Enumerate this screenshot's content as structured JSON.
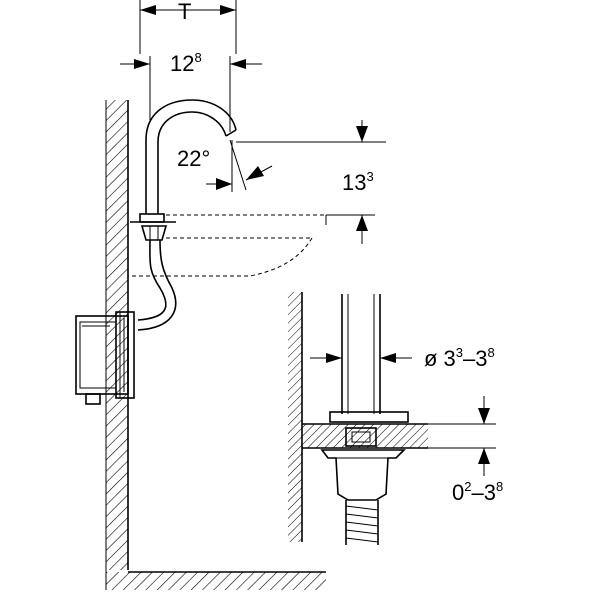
{
  "labels": {
    "dim_T": "T",
    "dim_width_base": "12",
    "dim_width_sup": "8",
    "dim_angle": "22°",
    "dim_height_base": "13",
    "dim_height_sup": "3",
    "dim_dia_prefix": "ø 3",
    "dim_dia_sup1": "3",
    "dim_dia_mid": "–3",
    "dim_dia_sup2": "8",
    "dim_thick_base": "0",
    "dim_thick_sup1": "2",
    "dim_thick_mid": "–3",
    "dim_thick_sup2": "8"
  }
}
